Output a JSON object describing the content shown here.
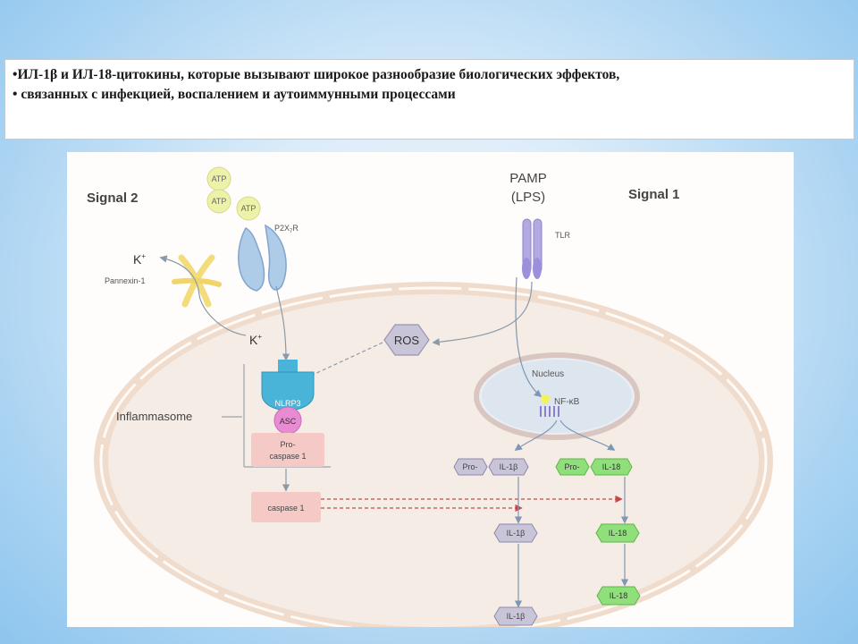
{
  "text_block": {
    "bullets": [
      "ИЛ-1β и ИЛ-18-цитокины, которые вызывают широкое разнообразие биологических эффектов,",
      "связанных с инфекцией, воспалением и аутоиммунными процессами"
    ]
  },
  "diagram": {
    "signal2": "Signal 2",
    "signal1": "Signal 1",
    "atp": [
      "ATP",
      "ATP",
      "ATP"
    ],
    "p2x7r": "P2X",
    "p2x7r_sub": "7",
    "p2x7r_tail": "R",
    "k_plus_top": "K",
    "k_plus_mid": "K",
    "plus": "+",
    "pannexin": "Pannexin-1",
    "pamp_line1": "PAMP",
    "pamp_line2": "(LPS)",
    "tlr": "TLR",
    "ros": "ROS",
    "nucleus": "Nucleus",
    "nfkb": "NF-κB",
    "inflammasome": "Inflammasome",
    "nlrp3": "NLRP3",
    "asc": "ASC",
    "procaspase_line1": "Pro-",
    "procaspase_line2": "caspase 1",
    "caspase1": "caspase 1",
    "pro_il1b_pro": "Pro-",
    "pro_il1b": "IL-1β",
    "pro_il18_pro": "Pro-",
    "pro_il18": "IL-18",
    "il1b_mid": "IL-1β",
    "il1b_out": "IL-1β",
    "il18_mid": "IL-18",
    "il18_out": "IL-18"
  },
  "colors": {
    "cell_fill": "#f5ece6",
    "membrane": "#f0dccd",
    "nucleus_fill": "#dde6ef",
    "il1b_box": "#c9c5d8",
    "il18_box": "#8fe07a",
    "nlrp3": "#4ab3d8",
    "asc": "#e98bd2",
    "procaspase": "#f4c9c6",
    "tlr": "#9b90d9",
    "pannexin": "#f3dc7a",
    "atp": "#eef2a8"
  }
}
